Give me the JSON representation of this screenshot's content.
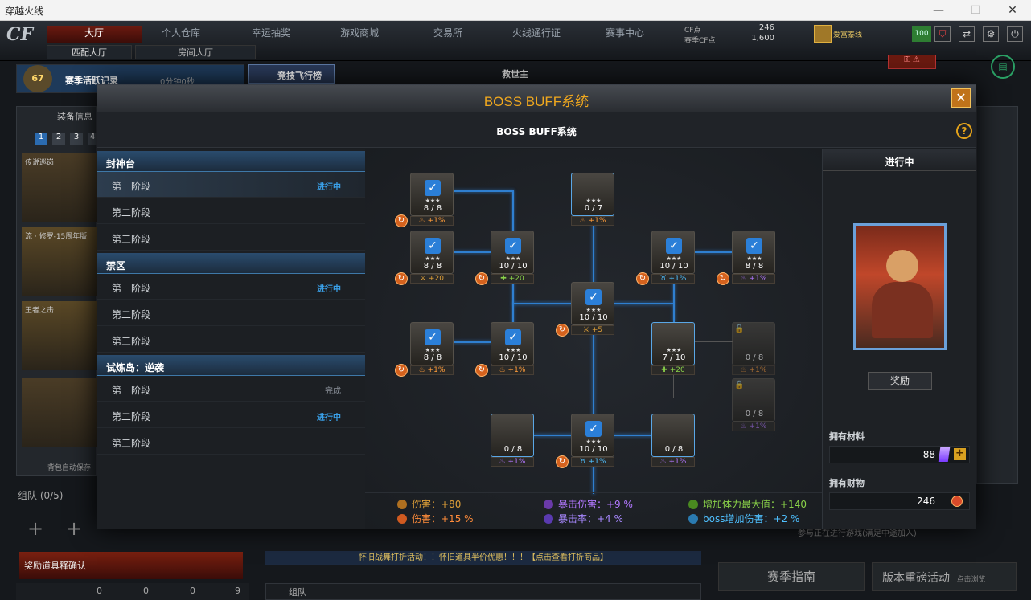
{
  "window": {
    "title": "穿越火线"
  },
  "topnav": {
    "items": [
      "大厅",
      "个人仓库",
      "幸运抽奖",
      "游戏商城",
      "交易所",
      "火线通行证",
      "赛事中心"
    ],
    "sub": [
      "匹配大厅",
      "房间大厅"
    ],
    "cf_label": "CF点",
    "cf_value": "246",
    "season_label": "赛季CF点",
    "season_value": "1,600",
    "user": "爱富泰线",
    "level": "100"
  },
  "background": {
    "record": "赛季活跃记录",
    "time": "0分钟0秒",
    "rank_btn": "竞技飞行榜",
    "player": "救世主",
    "level": "67",
    "equip_tab": "装备信息",
    "slots": [
      "1",
      "2",
      "3",
      "4"
    ],
    "item1": "传说巡岗",
    "item2": "流 · 修罗-15周年版",
    "item3": "王者之击",
    "team": "组队 (0/5)",
    "auto": "背包自动保存",
    "confirm": "奖励道具释确认",
    "marquee": "怀旧战舞打折活动！！怀旧道具半价优惠！！！【点击查看打折商品】",
    "team2": "组队",
    "btn_guide": "赛季指南",
    "btn_version": "版本重磅活动",
    "btn_version_sub": "点击浏览",
    "room_note": "参与正在进行游戏(满足中途加入)",
    "bottom_counts": [
      "0",
      "0",
      "0",
      "9"
    ]
  },
  "modal": {
    "title": "BOSS BUFF系统",
    "subtitle": "BOSS BUFF系统",
    "help": "?",
    "close": "✕"
  },
  "sections": [
    {
      "name": "封神台",
      "stages": [
        {
          "label": "第一阶段",
          "status": "进行中"
        },
        {
          "label": "第二阶段",
          "status": ""
        },
        {
          "label": "第三阶段",
          "status": ""
        }
      ]
    },
    {
      "name": "禁区",
      "stages": [
        {
          "label": "第一阶段",
          "status": "进行中"
        },
        {
          "label": "第二阶段",
          "status": ""
        },
        {
          "label": "第三阶段",
          "status": ""
        }
      ]
    },
    {
      "name": "试炼岛：逆袭",
      "stages": [
        {
          "label": "第一阶段",
          "status": "完成"
        },
        {
          "label": "第二阶段",
          "status": "进行中"
        },
        {
          "label": "第三阶段",
          "status": ""
        }
      ]
    }
  ],
  "nodes": {
    "n1": {
      "count": "8 / 8",
      "tag": "+1%"
    },
    "n2": {
      "count": "0 / 7",
      "tag": "+1%"
    },
    "n3": {
      "count": "8 / 8",
      "tag": "+20"
    },
    "n4": {
      "count": "10 / 10",
      "tag": "+20"
    },
    "n5": {
      "count": "10 / 10",
      "tag": "+1%"
    },
    "n6": {
      "count": "8 / 8",
      "tag": "+1%"
    },
    "n7": {
      "count": "10 / 10",
      "tag": "+5"
    },
    "n8": {
      "count": "8 / 8",
      "tag": "+1%"
    },
    "n9": {
      "count": "10 / 10",
      "tag": "+1%"
    },
    "n10": {
      "count": "7 / 10",
      "tag": "+20"
    },
    "n11": {
      "count": "0 / 8",
      "tag": "+1%"
    },
    "n12": {
      "count": "0 / 8",
      "tag": "+1%"
    },
    "n13": {
      "count": "0 / 8",
      "tag": "+1%"
    },
    "n14": {
      "count": "10 / 10",
      "tag": "+1%"
    },
    "n15": {
      "count": "0 / 8",
      "tag": "+1%"
    }
  },
  "stats": {
    "damage": "伤害：+80",
    "damage_pct": "伤害：+15 %",
    "crit_dmg": "暴击伤害：+9 %",
    "crit_rate": "暴击率：+4 %",
    "hp": "增加体力最大值：+140",
    "boss_dmg": "boss增加伤害：+2 %"
  },
  "right": {
    "status": "进行中",
    "reward": "奖励",
    "material_label": "拥有材料",
    "material_value": "88",
    "wealth_label": "拥有财物",
    "wealth_value": "246"
  },
  "colors": {
    "accent": "#f0a81e",
    "active_blue": "#3aa1ea",
    "line": "#2f7fd0"
  }
}
